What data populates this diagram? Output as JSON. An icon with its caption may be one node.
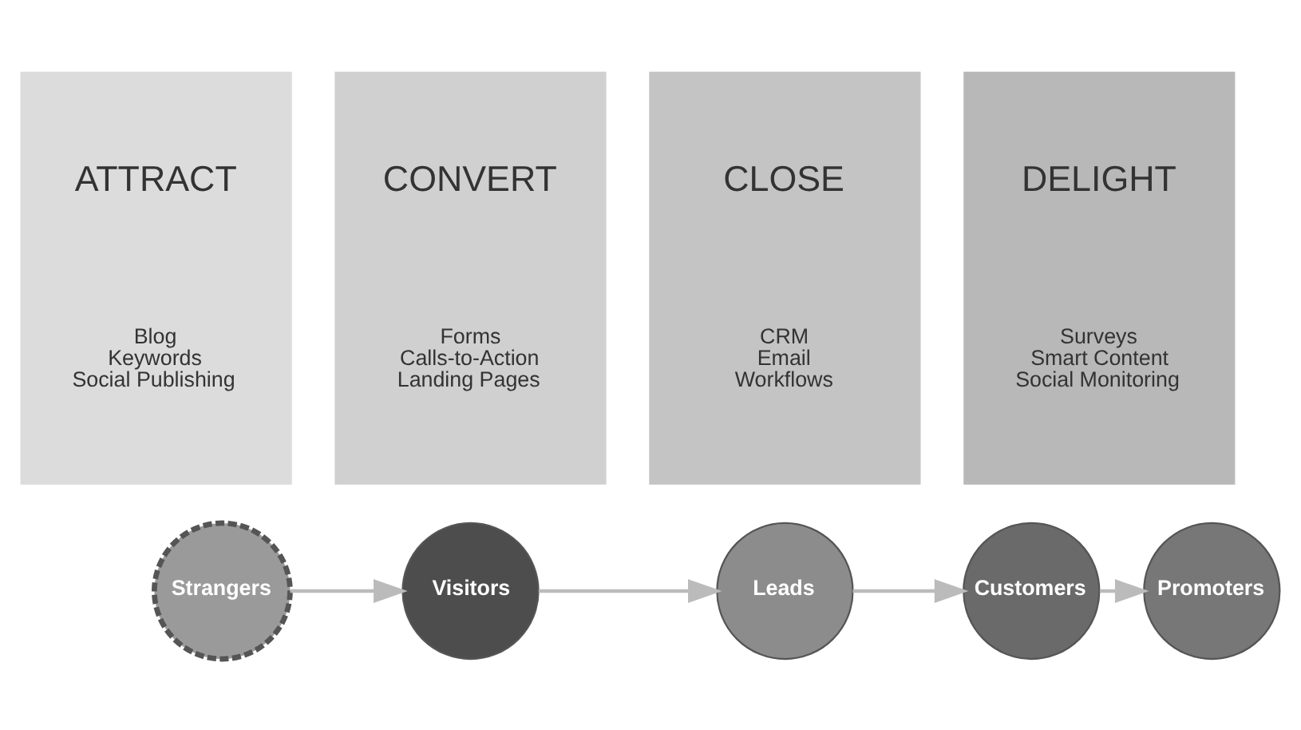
{
  "diagram": {
    "nodes": [
      {
        "text": [
          "ATTRACT",
          "Blog",
          "Keywords",
          "Social Publishing"
        ]
      },
      {
        "text": [
          "CONVERT",
          "Forms",
          "Calls-to-Action",
          "Landing Pages"
        ]
      },
      {
        "text": [
          "CLOSE",
          "CRM",
          "Email",
          "Workflows"
        ]
      },
      {
        "text": [
          "DELIGHT",
          "Surveys",
          "Smart Content",
          "Social Monitoring"
        ]
      },
      {
        "text": [
          "Strangers"
        ]
      },
      {
        "text": [
          "Visitors"
        ]
      },
      {
        "text": [
          "Leads"
        ]
      },
      {
        "text": [
          "Customers"
        ]
      },
      {
        "text": [
          "Promoters"
        ]
      }
    ],
    "edges": [
      {
        "from": 4,
        "to": 5,
        "arrow": "to"
      },
      {
        "from": 5,
        "to": 6,
        "arrow": "to"
      },
      {
        "from": 6,
        "to": 7,
        "arrow": "to"
      },
      {
        "from": 7,
        "to": 8,
        "arrow": "to"
      }
    ]
  }
}
